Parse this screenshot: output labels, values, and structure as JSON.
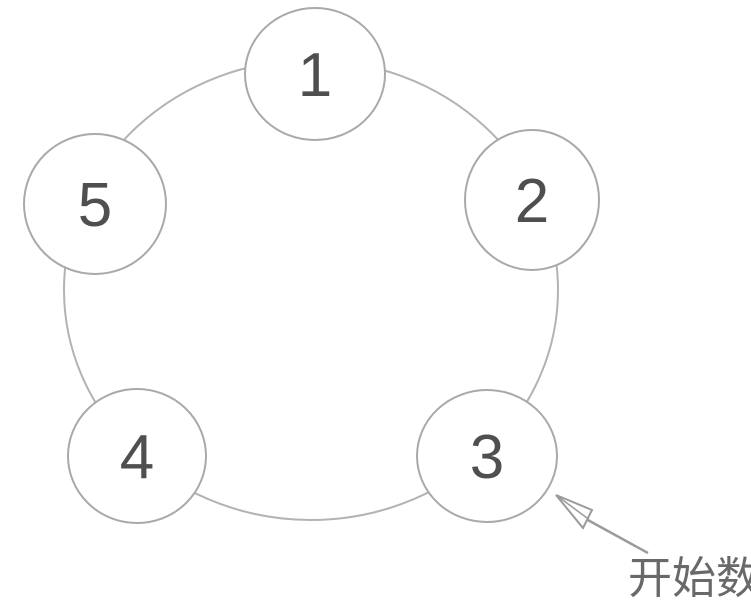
{
  "diagram": {
    "type": "counting-circle",
    "nodes": [
      {
        "label": "1"
      },
      {
        "label": "2"
      },
      {
        "label": "3"
      },
      {
        "label": "4"
      },
      {
        "label": "5"
      }
    ],
    "annotation": {
      "label": "开始数",
      "points_to_node": "3"
    },
    "colors": {
      "background": "#ffffff",
      "ring_stroke": "#b3b3b3",
      "node_stroke": "#a9a9a9",
      "node_fill": "#ffffff",
      "number": "#4f4f4f",
      "label": "#696969",
      "arrow": "#9b9b9b"
    }
  }
}
